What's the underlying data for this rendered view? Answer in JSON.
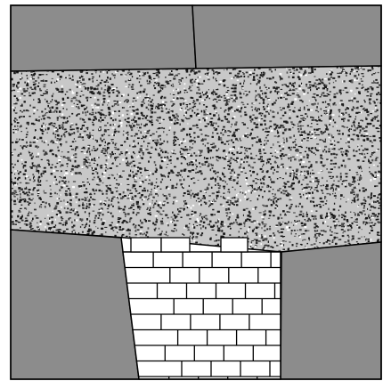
{
  "diagram": {
    "colors": {
      "rock": "#8c8c8c",
      "fill_base": "#c8c8c8",
      "speckle_dark": "#1a1a1a",
      "speckle_mid": "#555555",
      "outline": "#000000",
      "brick": "#ffffff",
      "background": "#ffffff"
    },
    "elements": {
      "upper_rock_left": "rock-block",
      "upper_rock_right": "rock-block",
      "fill_layer": "granular-fill",
      "lower_rock_left": "rock-block",
      "lower_rock_right": "rock-block",
      "brick_column": "masonry-wall",
      "top_bricks": "masonry-wall"
    }
  }
}
